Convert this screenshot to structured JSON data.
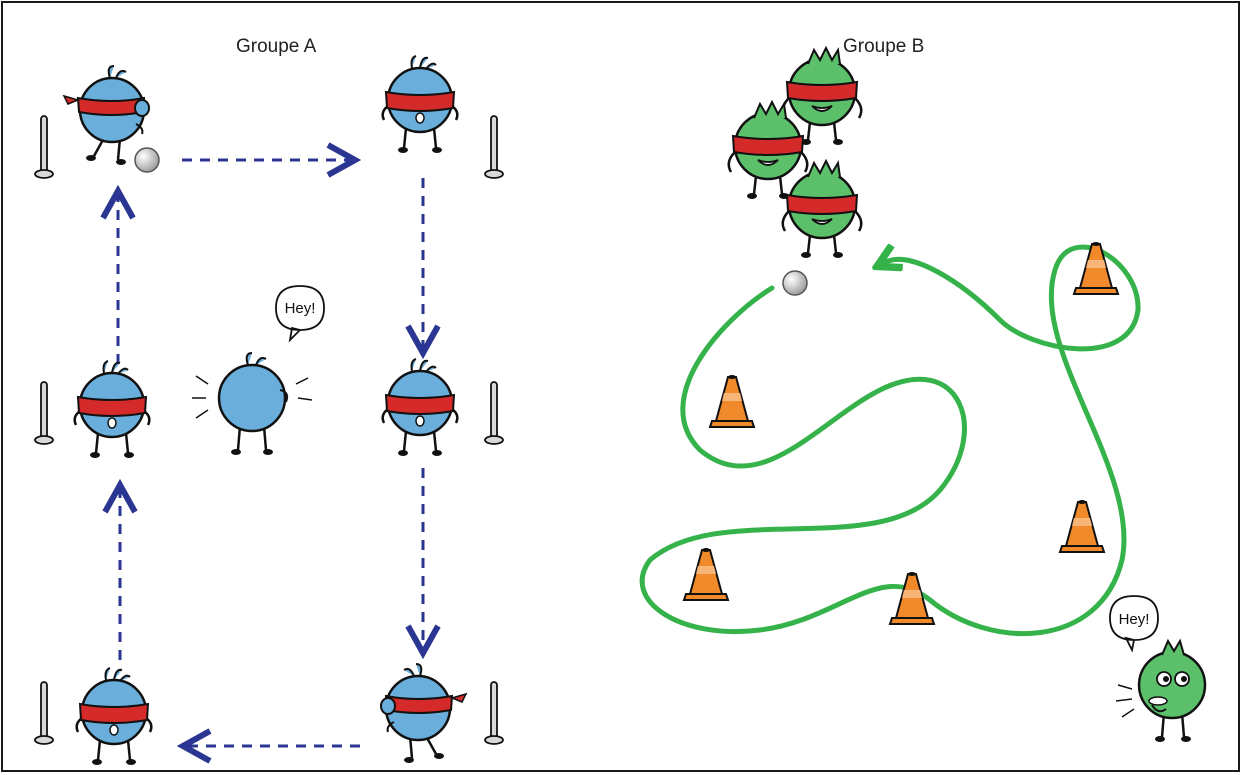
{
  "groups": {
    "a": {
      "label": "Groupe A"
    },
    "b": {
      "label": "Groupe B"
    }
  },
  "speech": {
    "a": "Hey!",
    "b": "Hey!"
  },
  "colors": {
    "group_a_body": "#6aaedc",
    "group_b_body": "#5cbf6a",
    "blindfold": "#d42a2a",
    "arrow_path": "#2b3592",
    "green_path": "#35b34a",
    "cone": "#f08a2a",
    "ball": "#cfcfcf",
    "post": "#d9d9d9"
  },
  "icons": {
    "a_players": "blindfolded-blue-player-icon",
    "a_caller": "blue-caller-icon",
    "b_players": "blindfolded-green-player-icon",
    "b_caller": "green-caller-icon",
    "cone": "traffic-cone-icon",
    "ball": "ball-icon",
    "post": "post-icon"
  }
}
